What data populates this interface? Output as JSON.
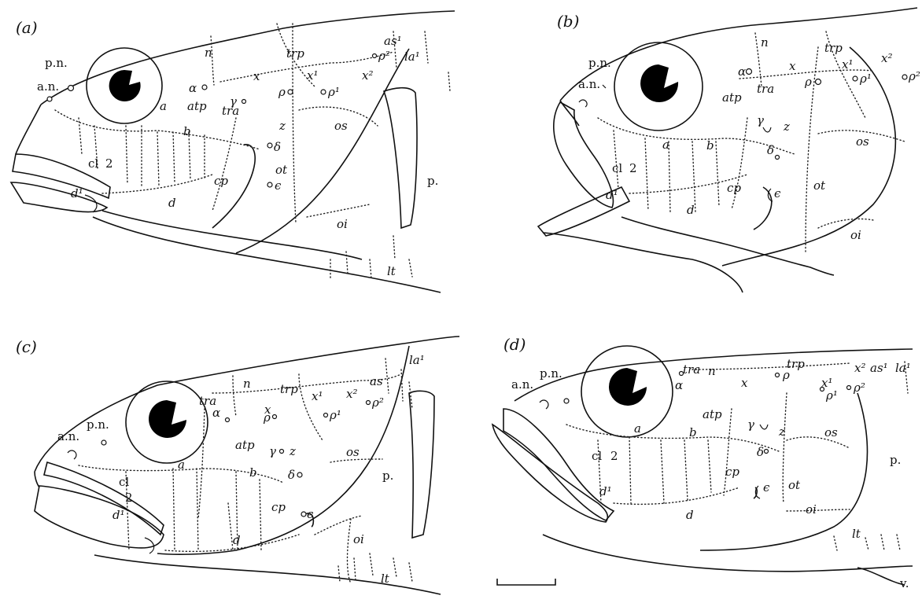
{
  "panels": [
    {
      "id": "a",
      "label": "(a)",
      "labels": {
        "an": "a.n.",
        "pn": "p.n.",
        "n": "n",
        "trp": "trp",
        "as1": "as¹",
        "la1": "la¹",
        "x": "x",
        "x1": "x¹",
        "x2": "x²",
        "alpha": "α",
        "gamma": "γ",
        "rho": "ρ",
        "rho1": "ρ¹",
        "rho2": "ρ²",
        "atp": "atp",
        "tra": "tra",
        "a": "a",
        "b": "b",
        "z": "z",
        "os": "os",
        "delta": "δ",
        "ot": "ot",
        "epsilon": "ϵ",
        "cl": "cl",
        "two": "2",
        "cp": "cp",
        "d": "d",
        "d1": "d¹",
        "oi": "oi",
        "p": "p.",
        "lt": "lt"
      }
    },
    {
      "id": "b",
      "label": "(b)",
      "labels": {
        "an": "a.n.",
        "pn": "p.n.",
        "n": "n",
        "trp": "trp",
        "x": "x",
        "x1": "x¹",
        "x2": "x²",
        "alpha": "α",
        "rho": "ρ",
        "rho1": "ρ¹",
        "rho2": "ρ²",
        "atp": "atp",
        "tra": "tra",
        "gamma": "γ",
        "z": "z",
        "delta": "δ",
        "os": "os",
        "a": "a",
        "b": "b",
        "cl": "cl",
        "two": "2",
        "cp": "cp",
        "epsilon": "ϵ",
        "ot": "ot",
        "d": "d",
        "d1": "d¹",
        "oi": "oi"
      }
    },
    {
      "id": "c",
      "label": "(c)",
      "labels": {
        "la1": "la¹",
        "n": "n",
        "trp": "trp",
        "tra": "tra",
        "x": "x",
        "x1": "x¹",
        "x2": "x²",
        "as": "as",
        "alpha": "α",
        "rho": "ρ",
        "rho1": "ρ¹",
        "rho2": "ρ²",
        "an": "a.n.",
        "pn": "p.n.",
        "atp": "atp",
        "gamma": "γ",
        "z": "z",
        "os": "os",
        "p": "p.",
        "a": "a",
        "b": "b",
        "delta": "δ",
        "cl": "cl",
        "two": "2",
        "cp": "cp",
        "d1": "d¹",
        "epsilon": "ϵ",
        "oi": "oi",
        "d": "d",
        "lt": "lt"
      }
    },
    {
      "id": "d",
      "label": "(d)",
      "labels": {
        "an": "a.n.",
        "pn": "p.n.",
        "tra": "tra",
        "n": "n",
        "alpha": "α",
        "x": "x",
        "trp": "trp",
        "rho": "ρ",
        "x1": "x¹",
        "rho1": "ρ¹",
        "x2": "x²",
        "as1": "as¹",
        "rho2": "ρ²",
        "la1": "la¹",
        "atp": "atp",
        "a": "a",
        "b": "b",
        "gamma": "γ",
        "z": "z",
        "os": "os",
        "delta": "δ",
        "cl": "cl",
        "two": "2",
        "cp": "cp",
        "ot": "ot",
        "p": "p.",
        "d1": "d¹",
        "epsilon": "ϵ",
        "d": "d",
        "oi": "oi",
        "lt": "lt",
        "v": "v."
      }
    }
  ]
}
